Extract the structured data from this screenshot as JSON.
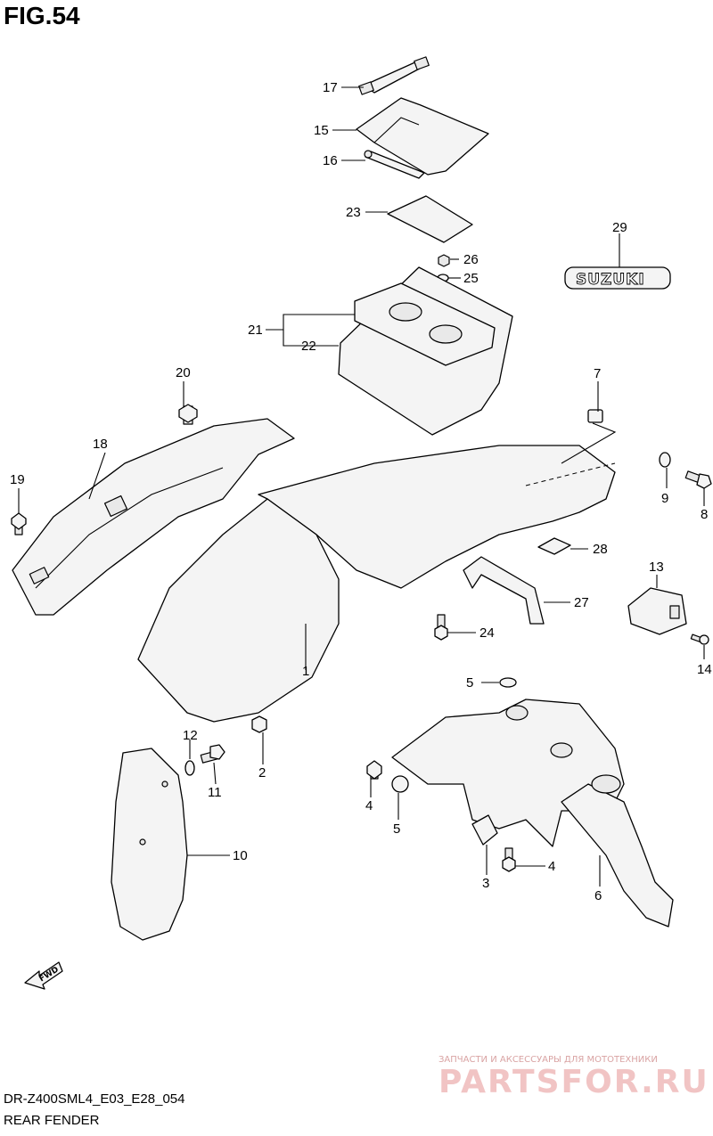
{
  "figure": {
    "title": "FIG.54",
    "model_code": "DR-Z400SML4_E03_E28_054",
    "section_name": "REAR FENDER"
  },
  "emblem_text": "SUZUKI",
  "direction_label": "FWD",
  "watermark": {
    "tagline": "ЗАПЧАСТИ И АКСЕССУАРЫ ДЛЯ МОТОТЕХНИКИ",
    "brand": "PARTSFOR.RU"
  },
  "callouts": [
    "17",
    "15",
    "16",
    "23",
    "29",
    "26",
    "25",
    "21",
    "22",
    "20",
    "7",
    "18",
    "19",
    "9",
    "8",
    "28",
    "13",
    "27",
    "24",
    "14",
    "1",
    "5",
    "12",
    "2",
    "11",
    "4",
    "5",
    "10",
    "4",
    "3",
    "6"
  ]
}
